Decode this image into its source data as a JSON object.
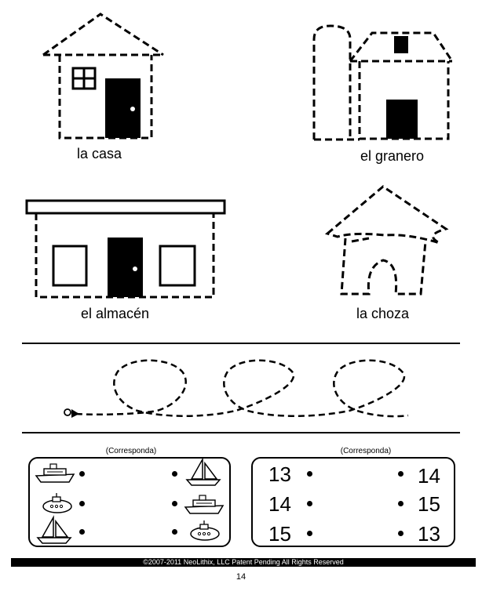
{
  "houses": [
    {
      "label": "la casa"
    },
    {
      "label": "el granero"
    },
    {
      "label": "el almacén"
    },
    {
      "label": "la choza"
    }
  ],
  "matching_left": {
    "title": "(Corresponda)",
    "left_icons": [
      "ship-icon",
      "submarine-icon",
      "sailboat-icon"
    ],
    "right_icons": [
      "sailboat-icon",
      "ship-icon",
      "submarine-icon"
    ]
  },
  "matching_right": {
    "title": "(Corresponda)",
    "left_numbers": [
      "13",
      "14",
      "15"
    ],
    "right_numbers": [
      "14",
      "15",
      "13"
    ]
  },
  "footer": {
    "copyright": "©2007-2011 NeoLithix, LLC  Patent Pending  All Rights Reserved",
    "page_number": "14"
  }
}
